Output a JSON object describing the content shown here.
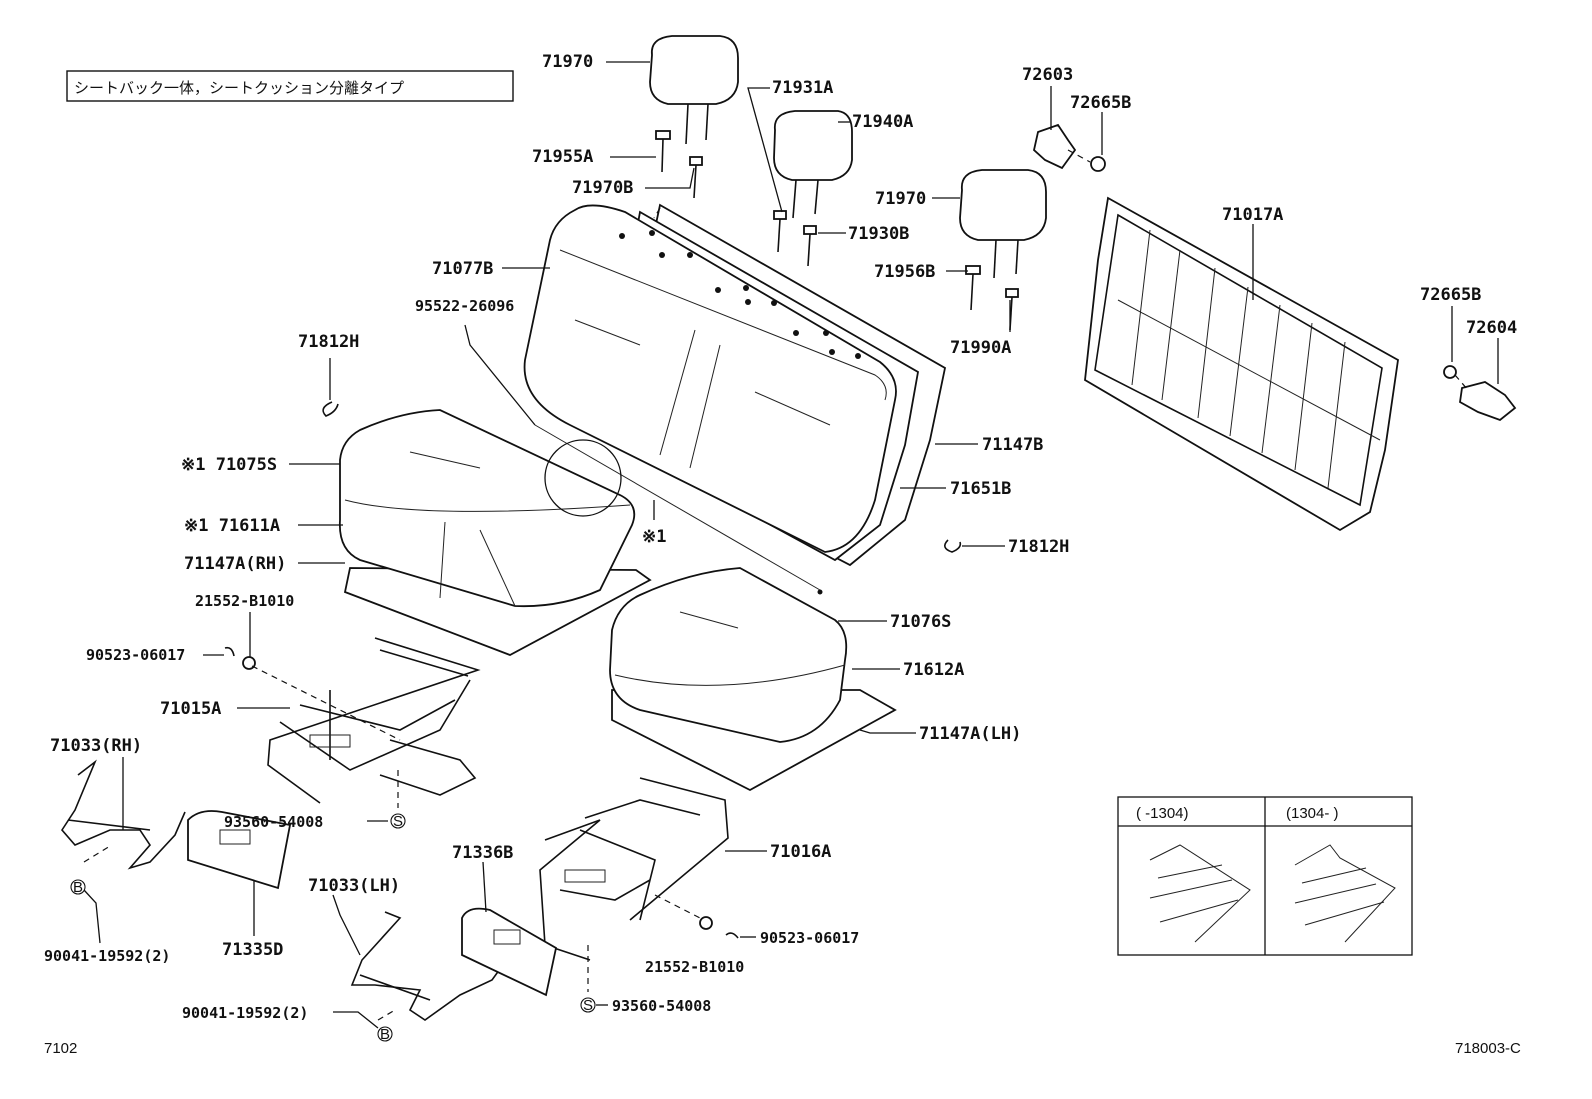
{
  "note_box": "シートバック一体，シートクッション分離タイプ",
  "labels": {
    "l71970_top": "71970",
    "l71931A": "71931A",
    "l71940A": "71940A",
    "l71955A": "71955A",
    "l71970B": "71970B",
    "l71930B": "71930B",
    "l71970_mid": "71970",
    "l71077B": "71077B",
    "l95522": "95522-26096",
    "l71956B": "71956B",
    "l71990A": "71990A",
    "l71812H_a": "71812H",
    "l71812H_b": "71812H",
    "l71075S": "※1 71075S",
    "l71611A": "※1 71611A",
    "l71147A_RH": "71147A(RH)",
    "l71147B": "71147B",
    "l71651B": "71651B",
    "l_ref1": "※1",
    "l21552_a": "21552-B1010",
    "l90523_a": "90523-06017",
    "l71015A": "71015A",
    "l71033_RH": "71033(RH)",
    "l71076S": "71076S",
    "l71612A": "71612A",
    "l71147A_LH": "71147A(LH)",
    "l93560_a": "93560-54008",
    "l71336B": "71336B",
    "l71016A": "71016A",
    "l71033_LH": "71033(LH)",
    "l71335D": "71335D",
    "l90041_a": "90041-19592(2)",
    "l90041_b": "90041-19592(2)",
    "l21552_b": "21552-B1010",
    "l90523_b": "90523-06017",
    "l93560_b": "93560-54008",
    "l72603": "72603",
    "l72665B_a": "72665B",
    "l71017A": "71017A",
    "l72665B_b": "72665B",
    "l72604": "72604",
    "b_a": "B",
    "b_b": "B",
    "s_a": "S",
    "s_b": "S"
  },
  "ref_table": {
    "title": "※1",
    "col1": "(      -1304)",
    "col2": "(1304-      )"
  },
  "footer": {
    "left": "7102",
    "right": "718003-C"
  }
}
